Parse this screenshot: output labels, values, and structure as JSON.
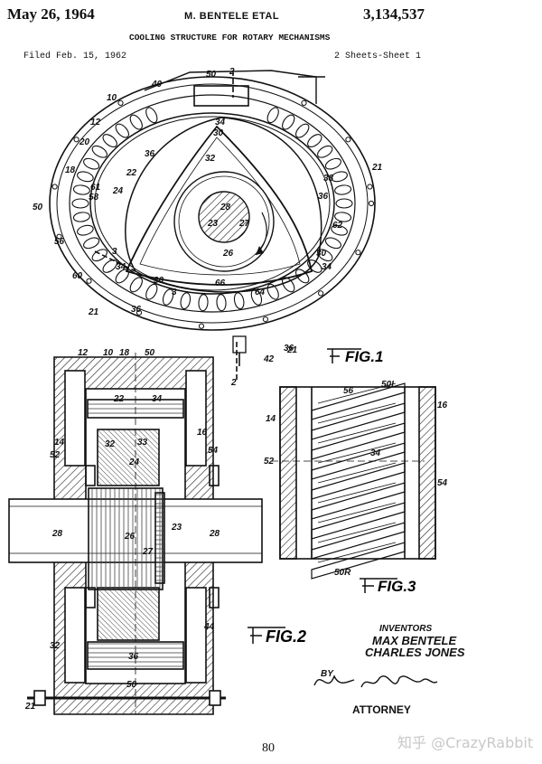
{
  "header": {
    "date": "May 26, 1964",
    "inventors_short": "M. BENTELE ETAL",
    "patent_number": "3,134,537",
    "title": "COOLING STRUCTURE FOR ROTARY MECHANISMS",
    "filed": "Filed Feb. 15, 1962",
    "sheets": "2 Sheets-Sheet 1"
  },
  "figures": {
    "fig1": "FIG.1",
    "fig2": "FIG.2",
    "fig3": "FIG.3"
  },
  "fig1_labels": [
    "10",
    "12",
    "20",
    "18",
    "50",
    "58",
    "56",
    "60",
    "21",
    "36",
    "3",
    "34",
    "30",
    "22",
    "61",
    "24",
    "40",
    "50",
    "2",
    "34",
    "30",
    "32",
    "36",
    "28",
    "23",
    "27",
    "26",
    "38",
    "36",
    "62",
    "21",
    "30",
    "34",
    "66",
    "64",
    "21",
    "36",
    "42",
    "2",
    "3"
  ],
  "fig2_labels": [
    "12",
    "10",
    "18",
    "50",
    "22",
    "34",
    "14",
    "52",
    "16",
    "54",
    "32",
    "33",
    "24",
    "28",
    "26",
    "23",
    "28",
    "27",
    "44",
    "32",
    "36",
    "50",
    "21"
  ],
  "fig3_labels": [
    "14",
    "56",
    "50L",
    "16",
    "52",
    "34",
    "54",
    "50R"
  ],
  "signature": {
    "inventors_label": "INVENTORS",
    "inventor_1": "MAX BENTELE",
    "inventor_2": "CHARLES JONES",
    "by": "BY",
    "signature_text": "Victor D. Behn",
    "attorney": "ATTORNEY"
  },
  "page_number": "80",
  "watermark": "知乎 @CrazyRabbit"
}
